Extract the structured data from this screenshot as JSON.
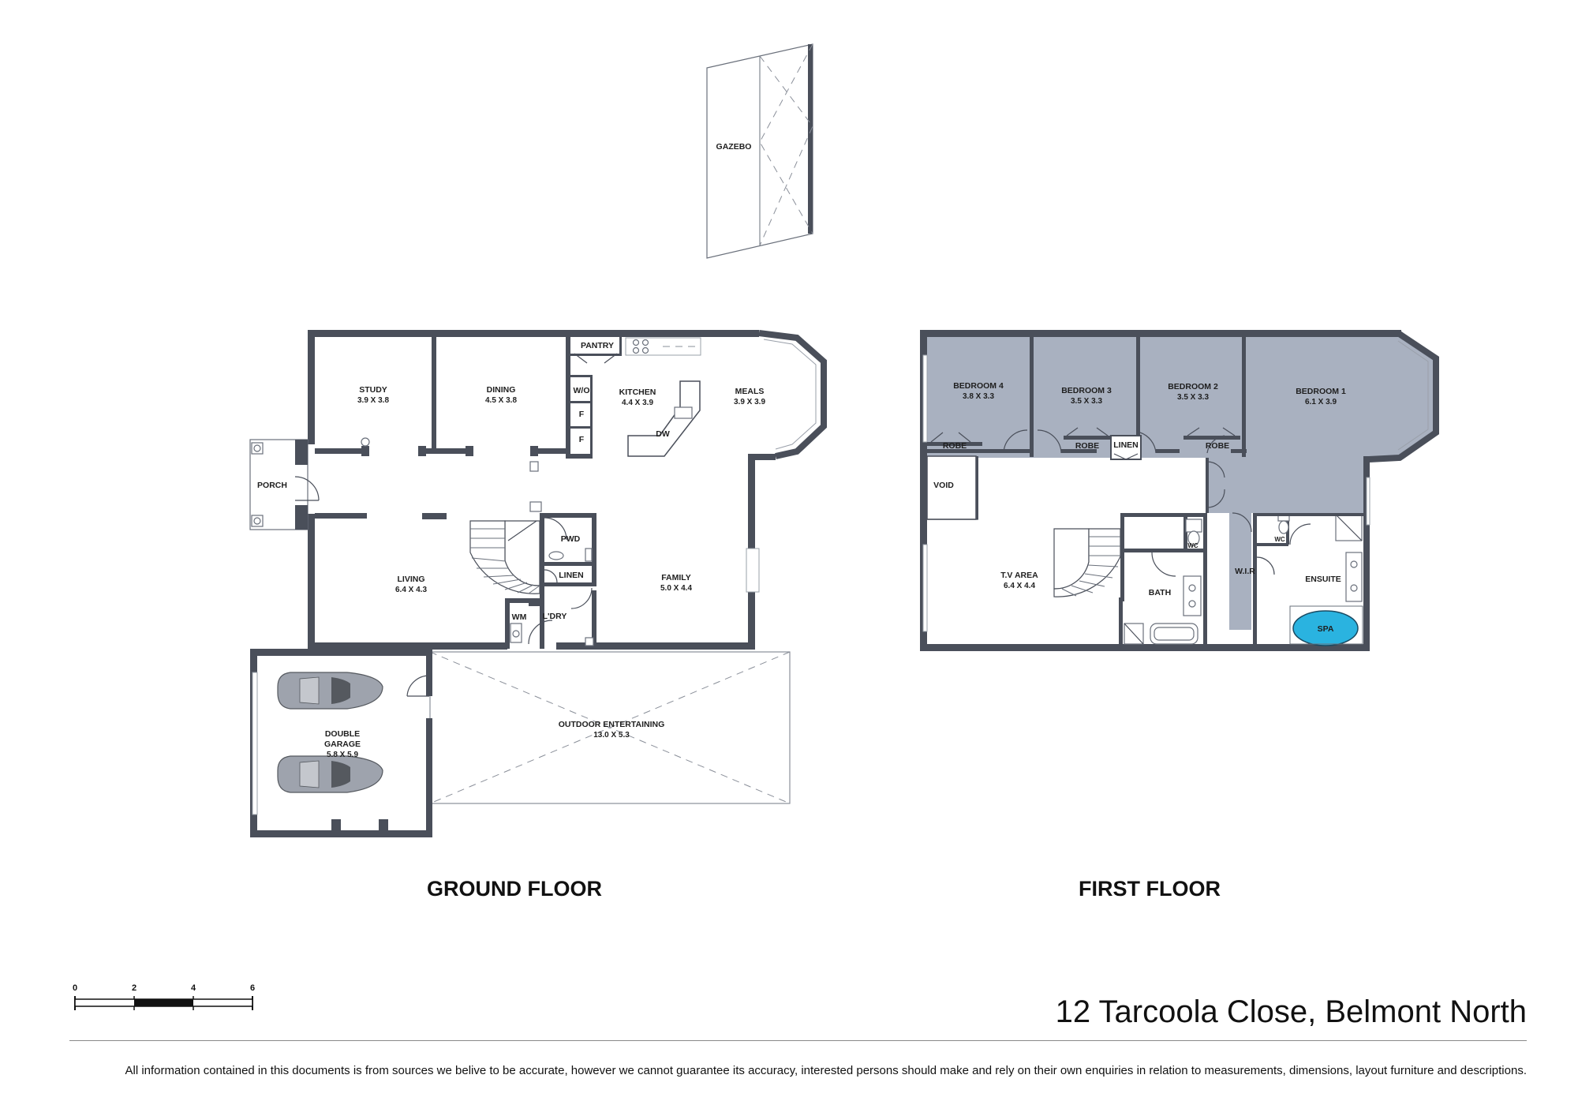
{
  "gazebo": {
    "label": "GAZEBO"
  },
  "ground_floor": {
    "title": "GROUND FLOOR",
    "rooms": {
      "porch": {
        "label": "PORCH"
      },
      "study": {
        "label": "STUDY",
        "dims": "3.9 X 3.8"
      },
      "dining": {
        "label": "DINING",
        "dims": "4.5 X 3.8"
      },
      "pantry": {
        "label": "PANTRY"
      },
      "wo": {
        "label": "W/O"
      },
      "fridge1": {
        "label": "F"
      },
      "fridge2": {
        "label": "F"
      },
      "kitchen": {
        "label": "KITCHEN",
        "dims": "4.4 X 3.9"
      },
      "dw": {
        "label": "DW"
      },
      "meals": {
        "label": "MEALS",
        "dims": "3.9 X 3.9"
      },
      "living": {
        "label": "LIVING",
        "dims": "6.4 X 4.3"
      },
      "pwd": {
        "label": "PWD"
      },
      "linen": {
        "label": "LINEN"
      },
      "wm": {
        "label": "WM"
      },
      "laundry": {
        "label": "L'DRY"
      },
      "family": {
        "label": "FAMILY",
        "dims": "5.0 X 4.4"
      },
      "garage": {
        "label_line1": "DOUBLE",
        "label_line2": "GARAGE",
        "dims": "5.8 X 5.9"
      },
      "outdoor": {
        "label": "OUTDOOR ENTERTAINING",
        "dims": "13.0 X 5.3"
      }
    }
  },
  "first_floor": {
    "title": "FIRST FLOOR",
    "rooms": {
      "bedroom4": {
        "label": "BEDROOM 4",
        "dims": "3.8 X 3.3"
      },
      "bedroom3": {
        "label": "BEDROOM 3",
        "dims": "3.5 X 3.3"
      },
      "bedroom2": {
        "label": "BEDROOM 2",
        "dims": "3.5 X 3.3"
      },
      "bedroom1": {
        "label": "BEDROOM 1",
        "dims": "6.1 X 3.9"
      },
      "robe4": {
        "label": "ROBE"
      },
      "robe3": {
        "label": "ROBE"
      },
      "linen": {
        "label": "LINEN"
      },
      "robe2": {
        "label": "ROBE"
      },
      "void": {
        "label": "VOID"
      },
      "tv_area": {
        "label": "T.V AREA",
        "dims": "6.4 X 4.4"
      },
      "wc": {
        "label": "WC"
      },
      "bath": {
        "label": "BATH"
      },
      "wir": {
        "label": "W.I.R"
      },
      "wc_ensuite": {
        "label": "WC"
      },
      "ensuite": {
        "label": "ENSUITE"
      },
      "spa": {
        "label": "SPA"
      }
    }
  },
  "scale_bar": {
    "ticks": [
      "0",
      "2",
      "4",
      "6"
    ]
  },
  "address": "12 Tarcoola Close, Belmont North",
  "disclaimer": "All information contained in this documents is  from sources we belive to be accurate, however we cannot guarantee its accuracy, interested persons should make and rely on their own enquiries  in relation to measurements, dimensions, layout furniture and descriptions.",
  "colors": {
    "wall": "#4a4f5a",
    "bedroom_fill": "#a9b1c0",
    "spa_fill": "#2ab3e0"
  }
}
